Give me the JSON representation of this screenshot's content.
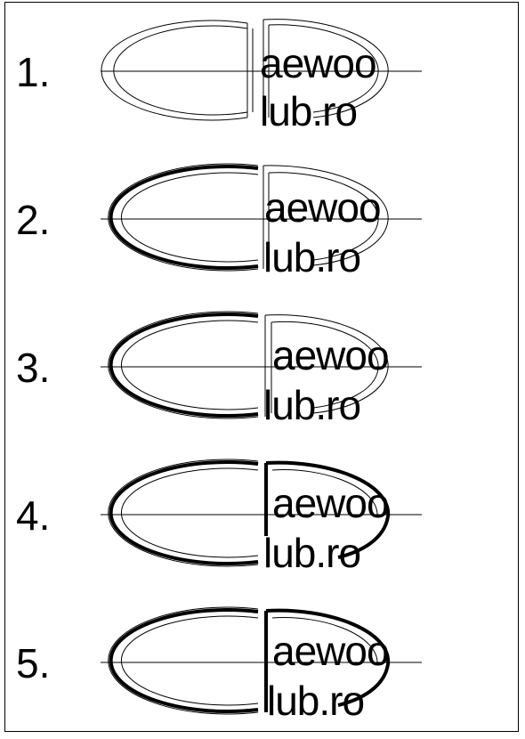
{
  "steps": [
    {
      "number": "1.",
      "line1": "aewoo",
      "line2": "lub.ro",
      "stage": 1
    },
    {
      "number": "2.",
      "line1": "aewoo",
      "line2": "lub.ro",
      "stage": 2
    },
    {
      "number": "3.",
      "line1": "aewoo",
      "line2": "lub.ro",
      "stage": 3
    },
    {
      "number": "4.",
      "line1": "aewoo",
      "line2": "lub.ro",
      "stage": 4
    },
    {
      "number": "5.",
      "line1": "aewoo",
      "line2": "lub.ro",
      "stage": 5
    }
  ],
  "colors": {
    "ink": "#000000",
    "paper": "#ffffff"
  }
}
